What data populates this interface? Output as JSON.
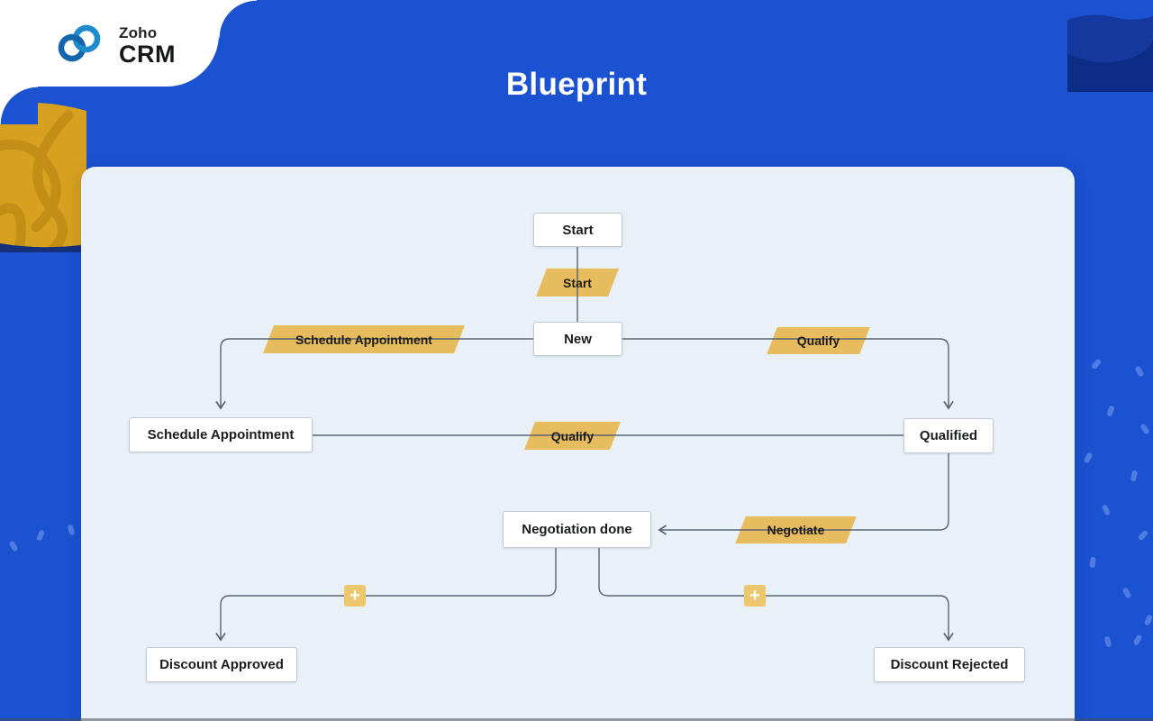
{
  "brand": {
    "product": "Zoho",
    "suite": "CRM"
  },
  "header": {
    "title": "Blueprint"
  },
  "diagram": {
    "states": {
      "start": "Start",
      "new": "New",
      "schedule_appointment": "Schedule Appointment",
      "qualified": "Qualified",
      "negotiation_done": "Negotiation done",
      "discount_approved": "Discount Approved",
      "discount_rejected": "Discount Rejected"
    },
    "transitions": {
      "start": "Start",
      "schedule_appointment": "Schedule Appointment",
      "qualify_from_new": "Qualify",
      "qualify_from_schedule": "Qualify",
      "negotiate": "Negotiate"
    },
    "add_transition_symbol": "+"
  },
  "colors": {
    "background_blue": "#1b52d1",
    "dark_navy": "#15399f",
    "darker_navy": "#0d2c85",
    "gold_blob": "#d7a11f",
    "gold_swirl": "#c28e16",
    "panel_background": "#eaf0f8",
    "transition_gold": "#e7bc5e",
    "plus_gold": "#edc76e",
    "connector_gray": "#5b6472",
    "logo_blue": "#1e7fc6"
  }
}
